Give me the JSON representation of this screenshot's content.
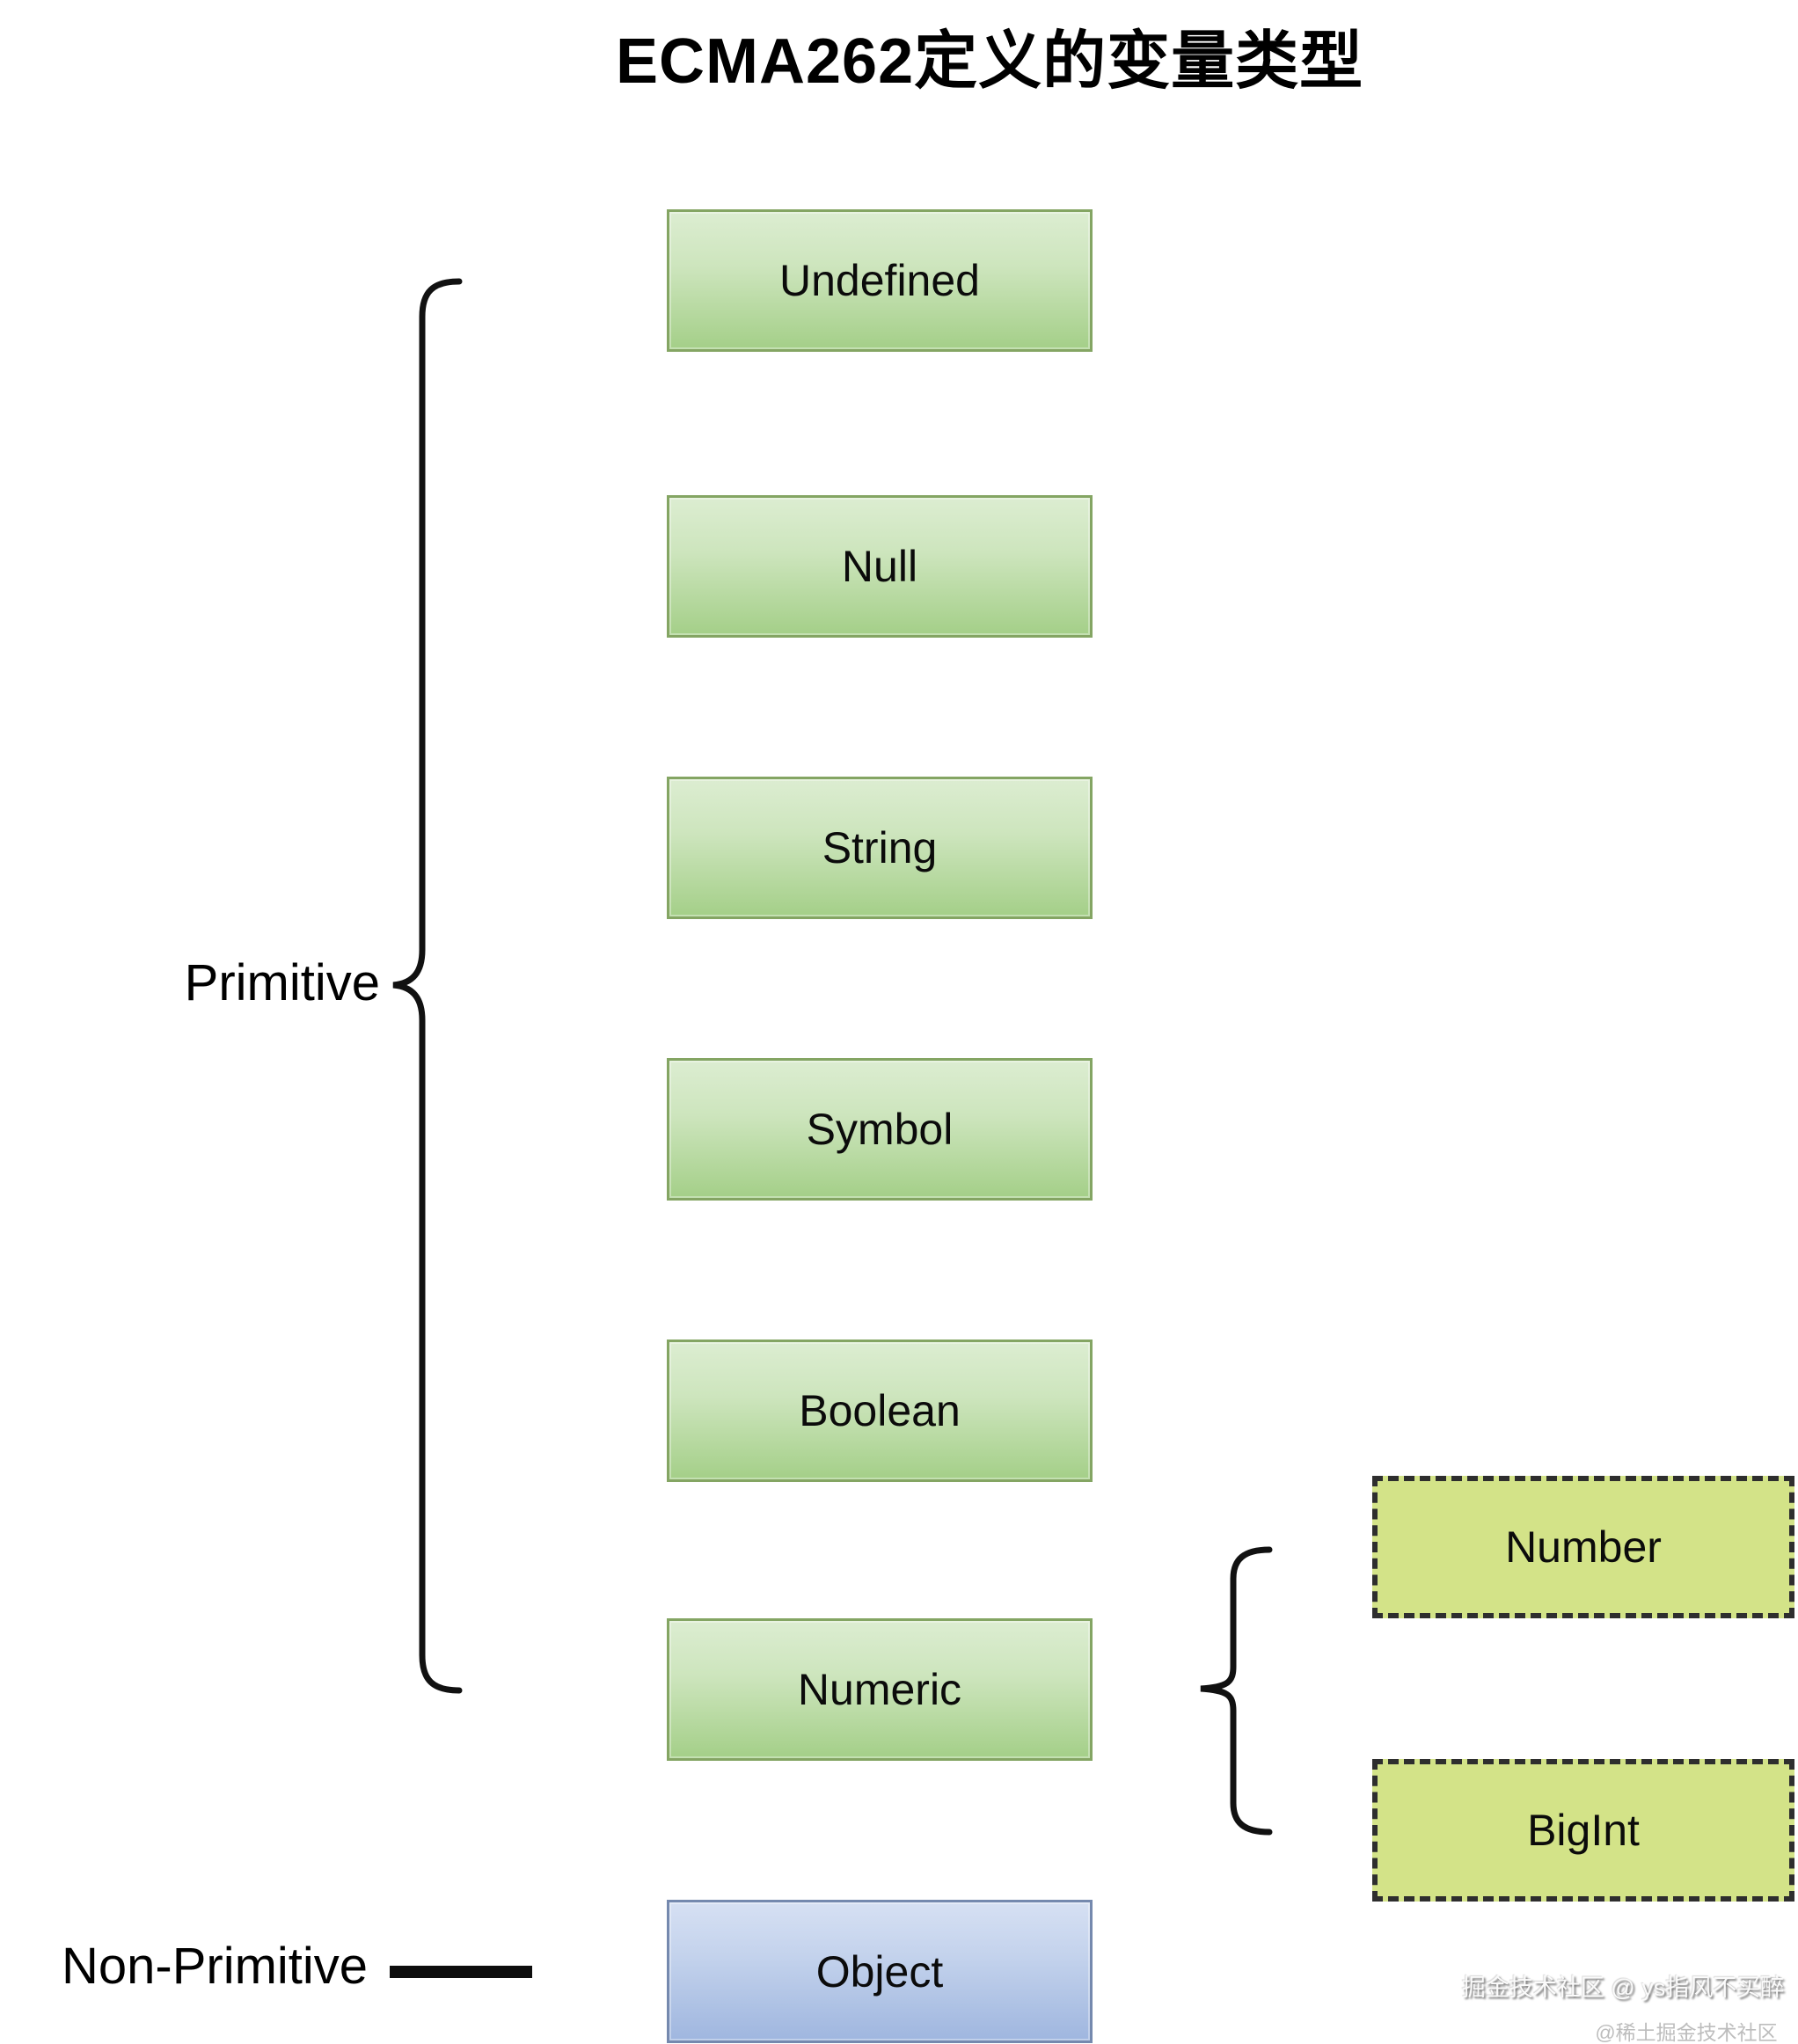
{
  "title": "ECMA262定义的变量类型",
  "groups": {
    "primitive": {
      "label": "Primitive"
    },
    "non_primitive": {
      "label": "Non-Primitive"
    }
  },
  "boxes": {
    "undefined": {
      "label": "Undefined"
    },
    "null": {
      "label": "Null"
    },
    "string": {
      "label": "String"
    },
    "symbol": {
      "label": "Symbol"
    },
    "boolean": {
      "label": "Boolean"
    },
    "numeric": {
      "label": "Numeric"
    },
    "object": {
      "label": "Object"
    },
    "number": {
      "label": "Number"
    },
    "bigint": {
      "label": "BigInt"
    }
  },
  "watermarks": {
    "primary": "掘金技术社区 @ ys指风不买醉",
    "secondary": "@稀土掘金技术社区"
  },
  "colors": {
    "primitive_box_fill_top": "#dcedd1",
    "primitive_box_fill_bottom": "#a4cf88",
    "primitive_box_border": "#84a563",
    "numeric_sub_box_fill": "#d3e388",
    "numeric_sub_box_border": "#2e2e2e",
    "object_box_fill_top": "#d6e0f3",
    "object_box_fill_bottom": "#9fb6df",
    "object_box_border": "#7589ae",
    "line_color": "#0d0d0d",
    "text_color": "#000000"
  }
}
